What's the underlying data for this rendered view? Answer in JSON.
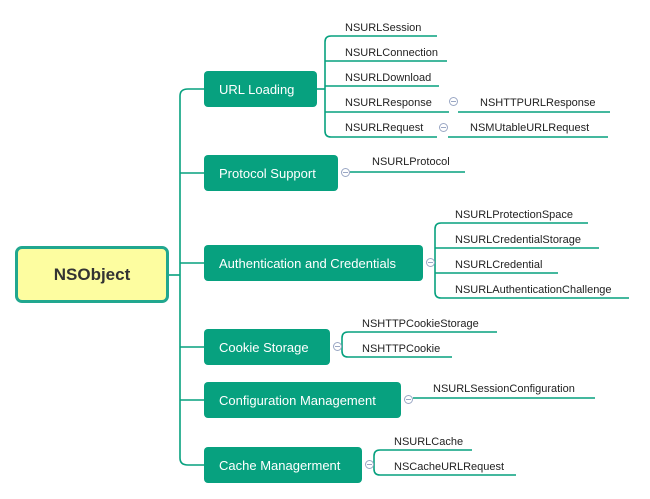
{
  "root": {
    "label": "NSObject"
  },
  "categories": [
    {
      "label": "URL Loading",
      "children": [
        "NSURLSession",
        "NSURLConnection",
        "NSURLDownload",
        "NSURLResponse",
        "NSURLRequest"
      ]
    },
    {
      "label": "Protocol Support",
      "children": [
        "NSURLProtocol"
      ]
    },
    {
      "label": "Authentication and Credentials",
      "children": [
        "NSURLProtectionSpace",
        "NSURLCredentialStorage",
        "NSURLCredential",
        "NSURLAuthenticationChallenge"
      ]
    },
    {
      "label": "Cookie Storage",
      "children": [
        "NSHTTPCookieStorage",
        "NSHTTPCookie"
      ]
    },
    {
      "label": "Configuration Management",
      "children": [
        "NSURLSessionConfiguration"
      ]
    },
    {
      "label": "Cache Managerment",
      "children": [
        "NSURLCache",
        "NSCacheURLRequest"
      ]
    }
  ],
  "subclasses": {
    "NSURLResponse": "NSHTTPURLResponse",
    "NSURLRequest": "NSMUtableURLRequest"
  },
  "colors": {
    "branch": "#07a17f",
    "node_fill": "#07a17f",
    "root_fill": "#fdfda0",
    "root_border": "#21a78f"
  }
}
